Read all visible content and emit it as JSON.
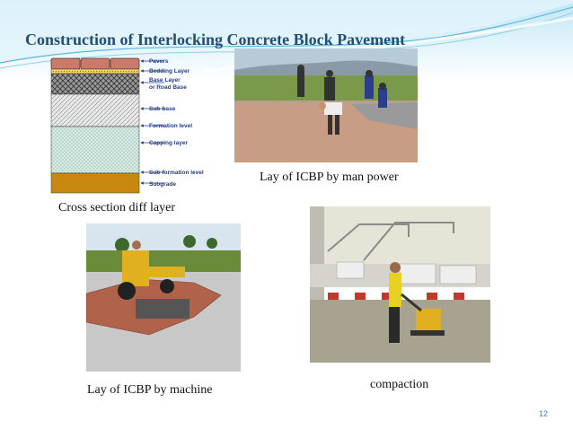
{
  "slide": {
    "title": "Construction of Interlocking Concrete Block Pavement",
    "page_number": "12"
  },
  "cross_section": {
    "caption": "Cross section  diff layer",
    "layers": [
      "Pavers",
      "Bedding Layer",
      "Base Layer",
      "or Road Base",
      "Sub-base",
      "Formation level",
      "Capping layer",
      "Sub-formation level",
      "Subgrade"
    ]
  },
  "photos": [
    {
      "id": "man-power",
      "caption": "Lay of ICBP by man power"
    },
    {
      "id": "machine",
      "caption": "Lay of ICBP by machine"
    },
    {
      "id": "compaction",
      "caption": "compaction"
    }
  ],
  "colors": {
    "title": "#1f4e79",
    "accent_blue": "#3a7fc0",
    "subgrade": "#c8870e"
  }
}
